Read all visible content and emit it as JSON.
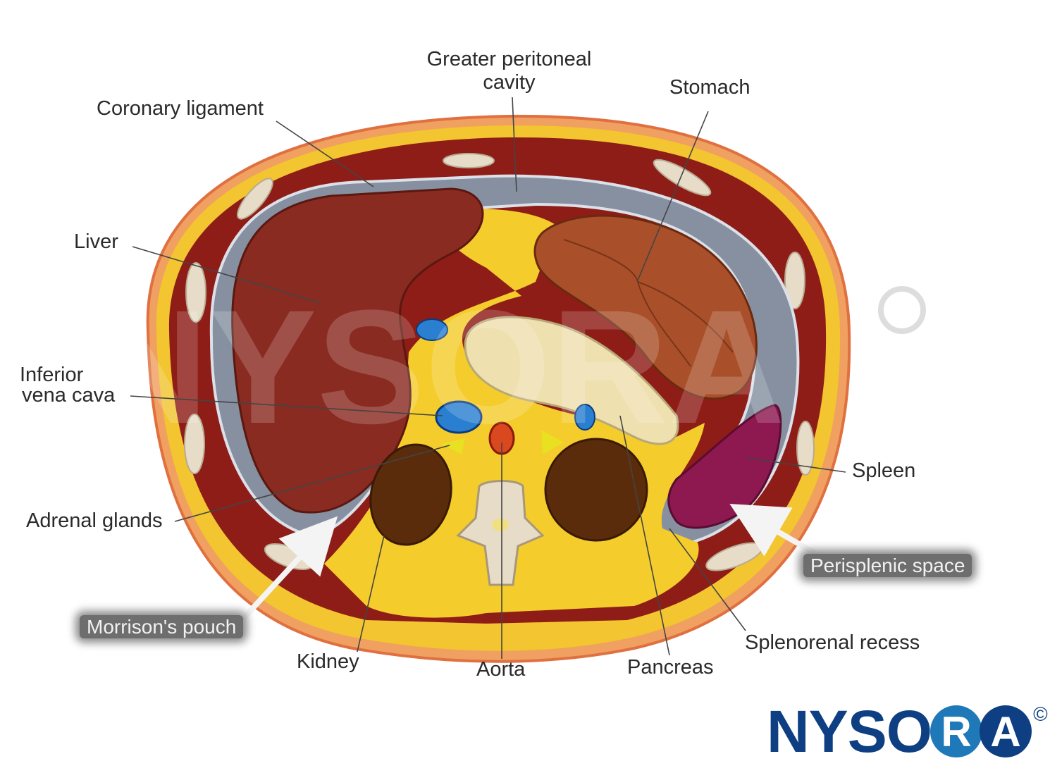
{
  "labels": {
    "greater_peritoneal_cavity": [
      "Greater peritoneal",
      "cavity"
    ],
    "stomach": "Stomach",
    "coronary_ligament": "Coronary ligament",
    "liver": "Liver",
    "inferior_vena_cava": [
      "Inferior",
      "vena cava"
    ],
    "adrenal_glands": "Adrenal glands",
    "morrisons_pouch": "Morrison's pouch",
    "kidney": "Kidney",
    "aorta": "Aorta",
    "pancreas": "Pancreas",
    "splenorenal_recess": "Splenorenal recess",
    "perisplenic_space": "Perisplenic space",
    "spleen": "Spleen"
  },
  "logo": {
    "text": "NYSO",
    "r": "R",
    "a": "A",
    "copyright": "©",
    "watermark": "NYSORA©"
  },
  "colors": {
    "logo_blue": "#0d3f82",
    "logo_light_blue": "#1f78b8",
    "muscle": "#8e1d17",
    "fat": "#f2c531",
    "peritoneum": "#8690a0",
    "liver": "#8a2b22",
    "spleen": "#8e1850",
    "kidney": "#5a2c0c",
    "pancreas": "#efe0b0",
    "stomach": "#a9502a"
  }
}
